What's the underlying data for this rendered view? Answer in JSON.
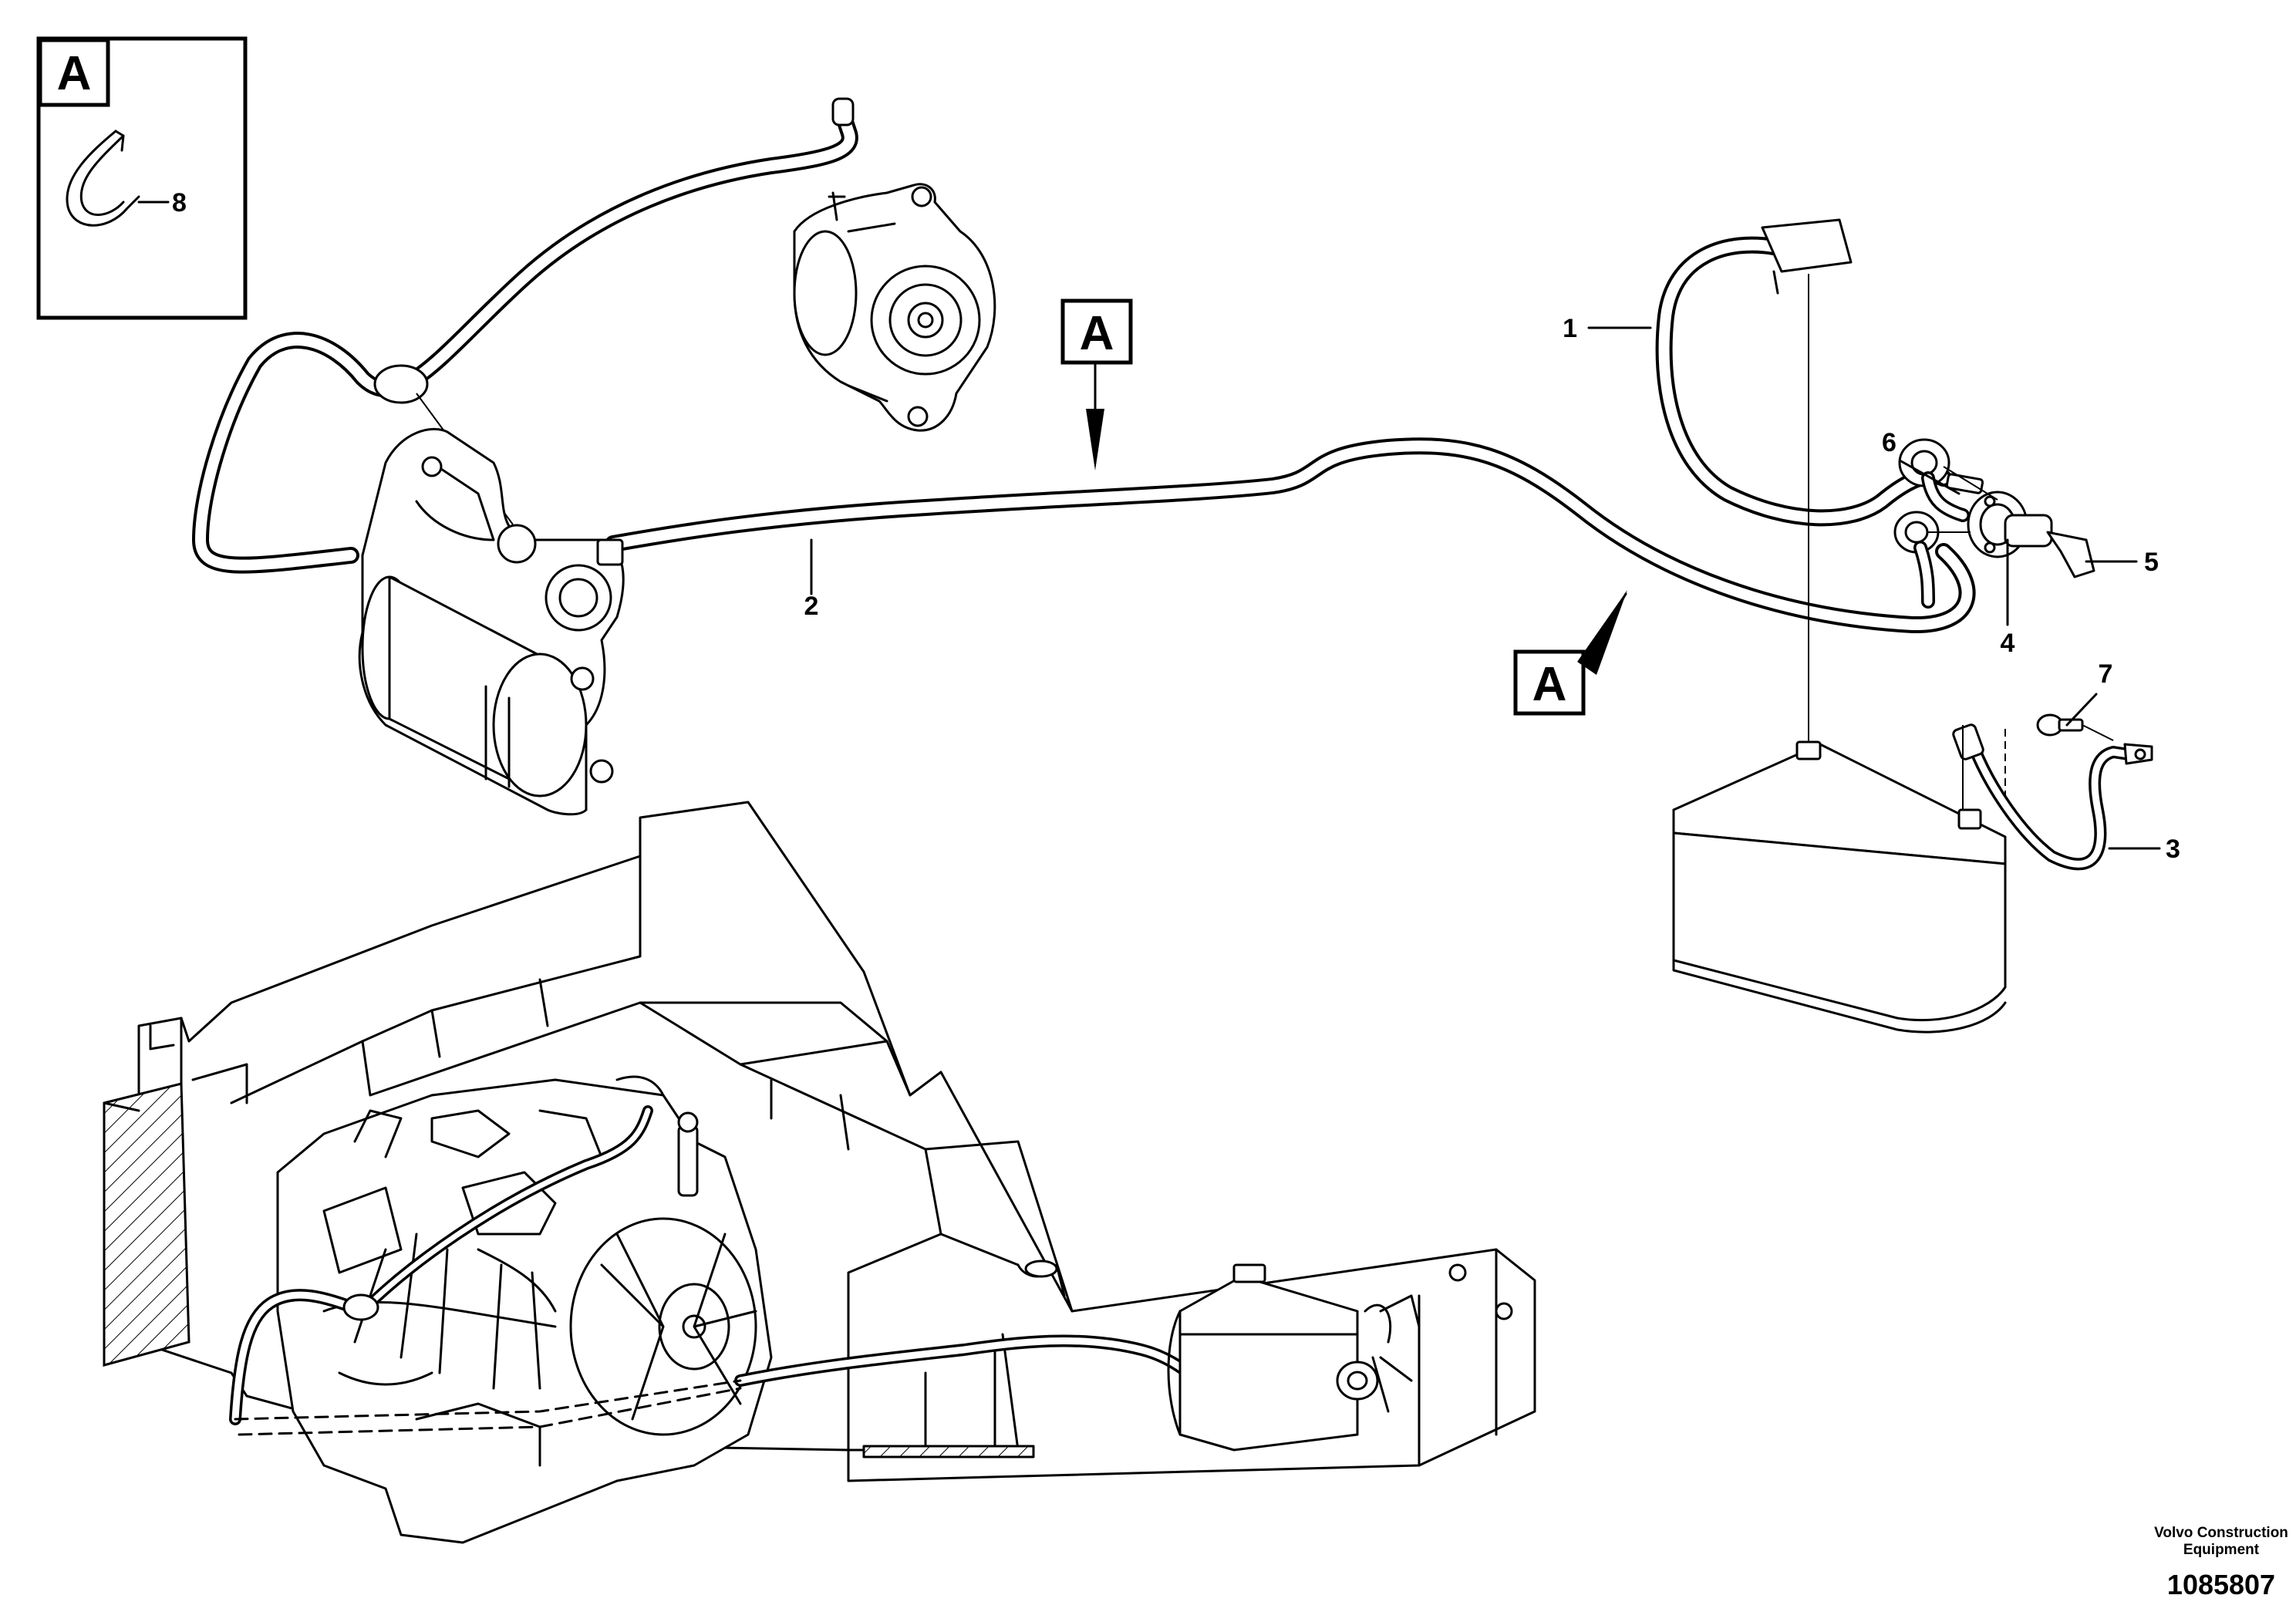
{
  "inset": {
    "box_label": "A",
    "item": "8"
  },
  "view_markers": [
    "A",
    "A"
  ],
  "callouts": [
    {
      "id": "callout-1",
      "text": "1"
    },
    {
      "id": "callout-2",
      "text": "2"
    },
    {
      "id": "callout-3",
      "text": "3"
    },
    {
      "id": "callout-4",
      "text": "4"
    },
    {
      "id": "callout-5",
      "text": "5"
    },
    {
      "id": "callout-6",
      "text": "6"
    },
    {
      "id": "callout-7",
      "text": "7"
    }
  ],
  "footer": {
    "brand_line1": "Volvo Construction",
    "brand_line2": "Equipment",
    "doc_number": "1085807"
  }
}
